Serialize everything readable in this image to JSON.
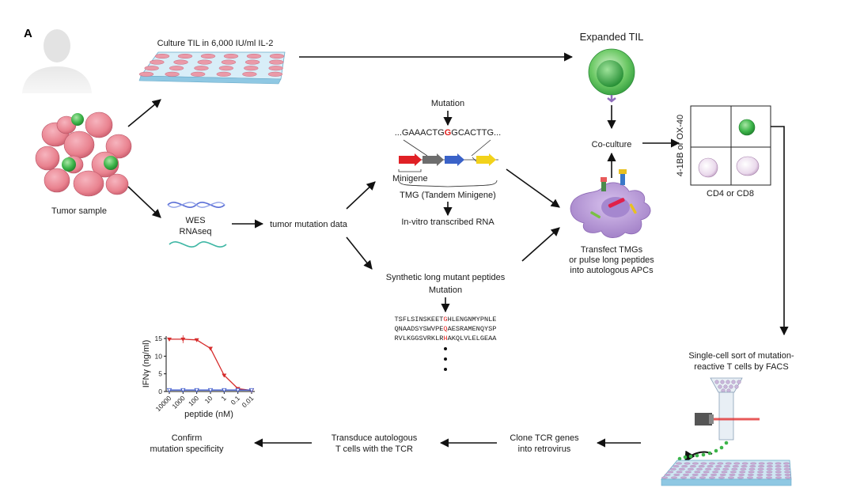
{
  "panel_label": "A",
  "labels": {
    "culture": "Culture TIL in 6,000 IU/ml IL-2",
    "expanded": "Expanded TIL",
    "tumor": "Tumor sample",
    "wes": "WES",
    "rnaseq": "RNAseq",
    "tumor_mutation_data": "tumor mutation data",
    "mutation_top": "Mutation",
    "seq_prefix": "...GAAACTG",
    "seq_mut": "G",
    "seq_suffix": "GCACTTG...",
    "minigene": "Minigene",
    "tmg": "TMG (Tandem Minigene)",
    "ivt": "In-vitro transcribed RNA",
    "slp": "Synthetic long mutant peptides",
    "mutation_bottom": "Mutation",
    "coculture": "Co-culture",
    "transfect_1": "Transfect TMGs",
    "transfect_2": "or pulse long peptides",
    "transfect_3": "into autologous APCs",
    "facs_y": "4-1BB or OX-40",
    "facs_x": "CD4 or CD8",
    "sort_1": "Single-cell sort of mutation-",
    "sort_2": "reactive T cells by FACS",
    "clone_1": "Clone TCR genes",
    "clone_2": "into retrovirus",
    "transduce_1": "Transduce autologous",
    "transduce_2": "T cells with the TCR",
    "confirm_1": "Confirm",
    "confirm_2": "mutation specificity"
  },
  "peptides": [
    {
      "pre": "TSFLSINSKEET",
      "mut": "G",
      "post": "HLENGNMYPNLE"
    },
    {
      "pre": "QNAADSYSWVPE",
      "mut": "Q",
      "post": "AESRAMENQYSP"
    },
    {
      "pre": "RVLKGGSVRKLR",
      "mut": "H",
      "post": "AKQLVLELGEAA"
    }
  ],
  "colors": {
    "tumor_cell": "#e9828f",
    "til_green": "#3db54a",
    "apc_purple": "#b99bd6",
    "plate_blue": "#bfe3f2",
    "well_pink": "#ea9aa8",
    "mut_red": "#e0201e",
    "curve_red": "#d62c2c",
    "curve_blue": "#3a55c8"
  },
  "chart_data": {
    "type": "line",
    "ylabel": "IFNγ (ng/ml)",
    "xlabel": "peptide (nM)",
    "x": [
      "10000",
      "1000",
      "100",
      "10",
      "1",
      "0.1",
      "0.01"
    ],
    "ylim": [
      0,
      15
    ],
    "yticks": [
      0,
      5,
      10,
      15
    ],
    "series": [
      {
        "values": [
          14.8,
          14.8,
          14.6,
          12.2,
          4.6,
          0.8,
          0.3
        ]
      },
      {
        "values": [
          0.4,
          0.4,
          0.4,
          0.4,
          0.4,
          0.4,
          0.4
        ]
      }
    ]
  }
}
